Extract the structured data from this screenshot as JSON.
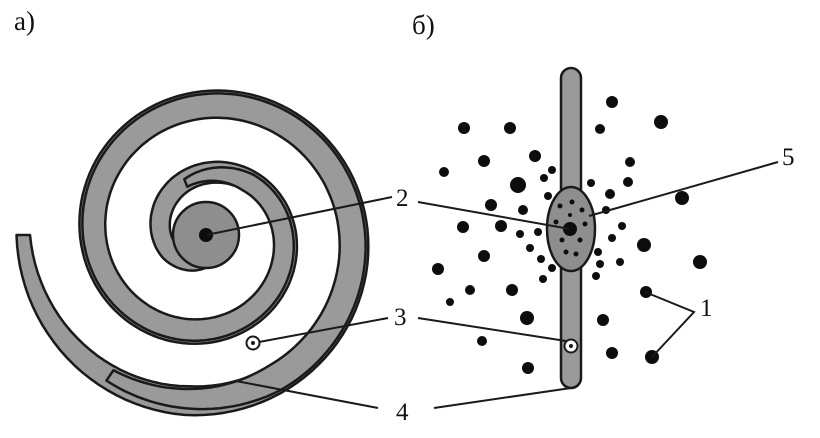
{
  "panels": {
    "a": {
      "label": "а)"
    },
    "b": {
      "label": "б)"
    }
  },
  "callouts": [
    {
      "id": "1",
      "text": "1"
    },
    {
      "id": "2",
      "text": "2"
    },
    {
      "id": "3",
      "text": "3"
    },
    {
      "id": "4",
      "text": "4"
    },
    {
      "id": "5",
      "text": "5"
    }
  ],
  "colors": {
    "arm_fill": "#9a9a9a",
    "core_fill": "#8e8e8e",
    "outline": "#1a1a1a",
    "star": "#0d0d0d",
    "background": "#ffffff"
  }
}
